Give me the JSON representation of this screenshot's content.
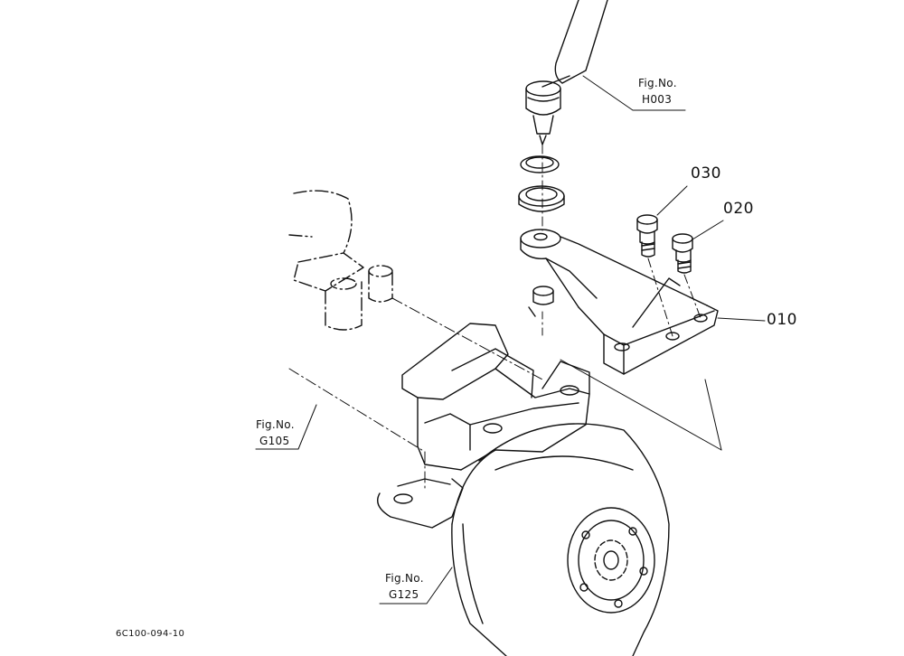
{
  "callouts": {
    "fig_h003": {
      "line1": "Fig.No.",
      "line2": "H003"
    },
    "fig_g105": {
      "line1": "Fig.No.",
      "line2": "G105"
    },
    "fig_g125": {
      "line1": "Fig.No.",
      "line2": "G125"
    }
  },
  "parts": {
    "p030": "030",
    "p020": "020",
    "p010": "010"
  },
  "drawing_id": "6C100-094-10"
}
